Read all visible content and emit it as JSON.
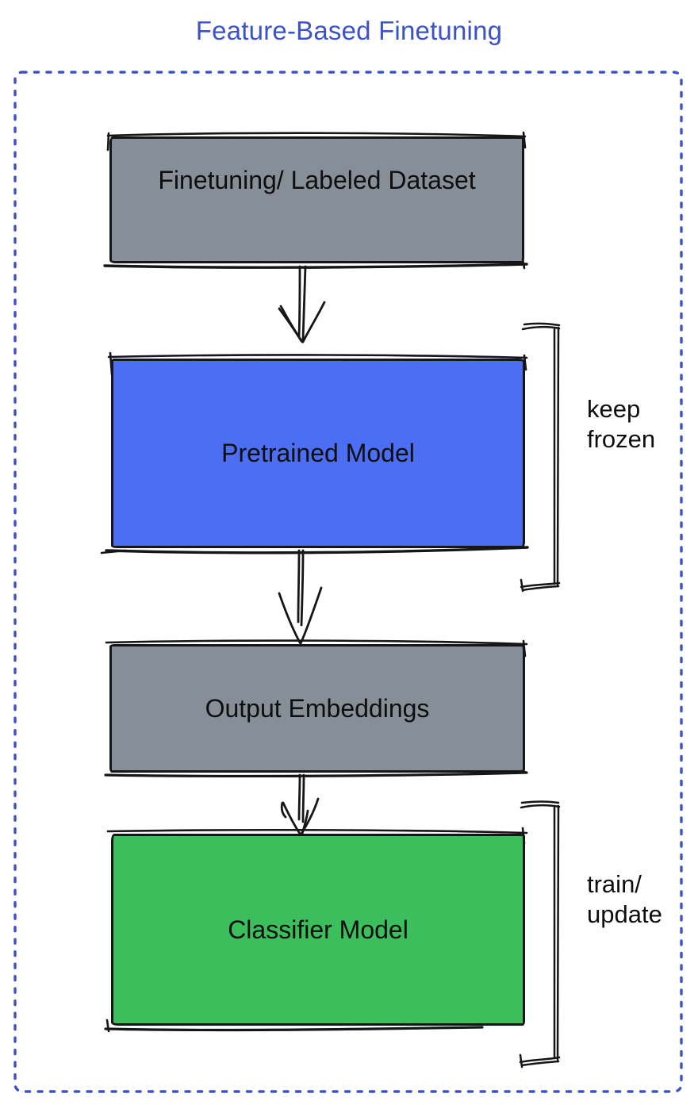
{
  "title": "Feature-Based Finetuning",
  "colors": {
    "accent_blue": "#3c53c7",
    "box_blue": "#4b6ef2",
    "box_green": "#3cbe5d",
    "box_gray": "#868e97",
    "stroke": "#161616",
    "node_text": "#0e0e0e"
  },
  "nodes": [
    {
      "id": "dataset",
      "label": "Finetuning/ Labeled Dataset",
      "fill": "box_gray"
    },
    {
      "id": "pretrained",
      "label": "Pretrained Model",
      "fill": "box_blue"
    },
    {
      "id": "embeddings",
      "label": "Output Embeddings",
      "fill": "box_gray"
    },
    {
      "id": "classifier",
      "label": "Classifier Model",
      "fill": "box_green"
    }
  ],
  "annotations": [
    {
      "target": "pretrained",
      "lines": [
        "keep",
        "frozen"
      ]
    },
    {
      "target": "classifier",
      "lines": [
        "train/",
        "update"
      ]
    }
  ],
  "icons": {
    "arrows": "hand-drawn double-line down arrow",
    "brackets": "hand-drawn right square bracket"
  }
}
